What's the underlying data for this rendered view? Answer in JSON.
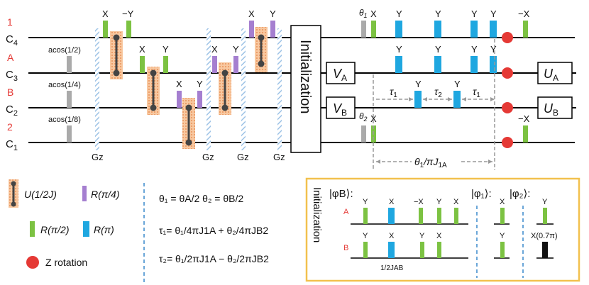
{
  "qubits": {
    "C4": {
      "base": "C",
      "sub": "4",
      "role": "1"
    },
    "C3": {
      "base": "C",
      "sub": "3",
      "role": "A"
    },
    "C2": {
      "base": "C",
      "sub": "2",
      "role": "B"
    },
    "C1": {
      "base": "C",
      "sub": "1",
      "role": "2"
    }
  },
  "rotation_labels": {
    "acos_half": "acos(1/2)",
    "acos_quarter": "acos(1/4)",
    "acos_eighth": "acos(1/8)"
  },
  "pulse_labels": {
    "x": "X",
    "y": "Y",
    "minus_y": "−Y",
    "minus_x": "−X"
  },
  "gz_label": "Gz",
  "initialization_label": "Initialization",
  "ops": {
    "va": "V",
    "va_sub": "A",
    "vb": "V",
    "vb_sub": "B",
    "ua": "U",
    "ua_sub": "A",
    "ub": "U",
    "ub_sub": "B"
  },
  "theta": {
    "t1": "θ",
    "t1_sub": "1",
    "t2": "θ",
    "t2_sub": "2"
  },
  "tau": {
    "t1": "τ",
    "t1_sub": "1",
    "t2": "τ",
    "t2_sub": "2"
  },
  "span_label": {
    "main": "θ",
    "sub1": "1",
    "mid": "/πJ",
    "sub2": "1A"
  },
  "legend": {
    "u_label": "U(1/2J)",
    "r_pi4": "R(π/4)",
    "r_pi2": "R(π/2)",
    "r_pi": "R(π)",
    "z_rotation": "Z rotation"
  },
  "equations": {
    "eq1": "θ₁ = θA/2  θ₂ = θB/2",
    "eq2": "τ₁= θ₁/4πJ1A + θ₂/4πJB2",
    "eq3": "τ₂= θ₁/2πJ1A − θ₂/2πJB2"
  },
  "init_box": {
    "title": "Initialization",
    "phi_b": "|φB⟩:",
    "phi_1": "|φ₁⟩:",
    "phi_2": "|φ₂⟩:",
    "row_a": "A",
    "row_b": "B",
    "delay": "1/2JAB",
    "x07": "X(0.7π)"
  },
  "colors": {
    "green": "#7cc242",
    "blue": "#1fa7e0",
    "purple": "#a57fd0",
    "gray": "#aaaaaa",
    "red": "#e53935",
    "hatch": "#9ec3e6",
    "orange": "#f4b183",
    "box_border": "#f2c14e"
  }
}
